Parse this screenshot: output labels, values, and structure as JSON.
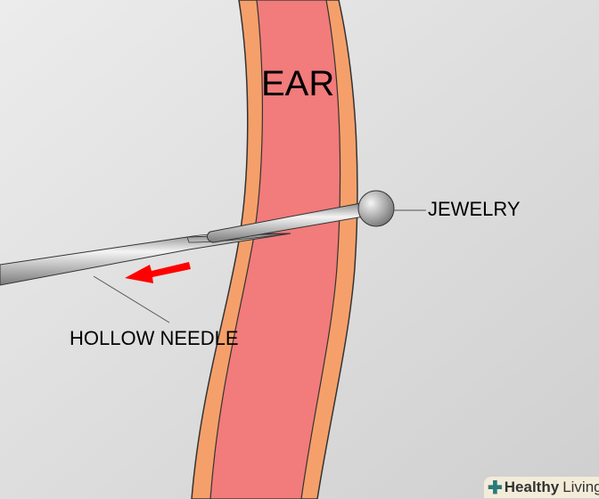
{
  "labels": {
    "ear": "EAR",
    "jewelry": "JEWELRY",
    "hollow_needle": "HOLLOW NEEDLE"
  },
  "watermark": {
    "brand_bold": "Healthy",
    "brand_light": "Living"
  },
  "colors": {
    "skin_outer": "#f5a06a",
    "skin_inner": "#f27b7b",
    "arrow": "#ff0000",
    "background": "#dcdcdc"
  }
}
